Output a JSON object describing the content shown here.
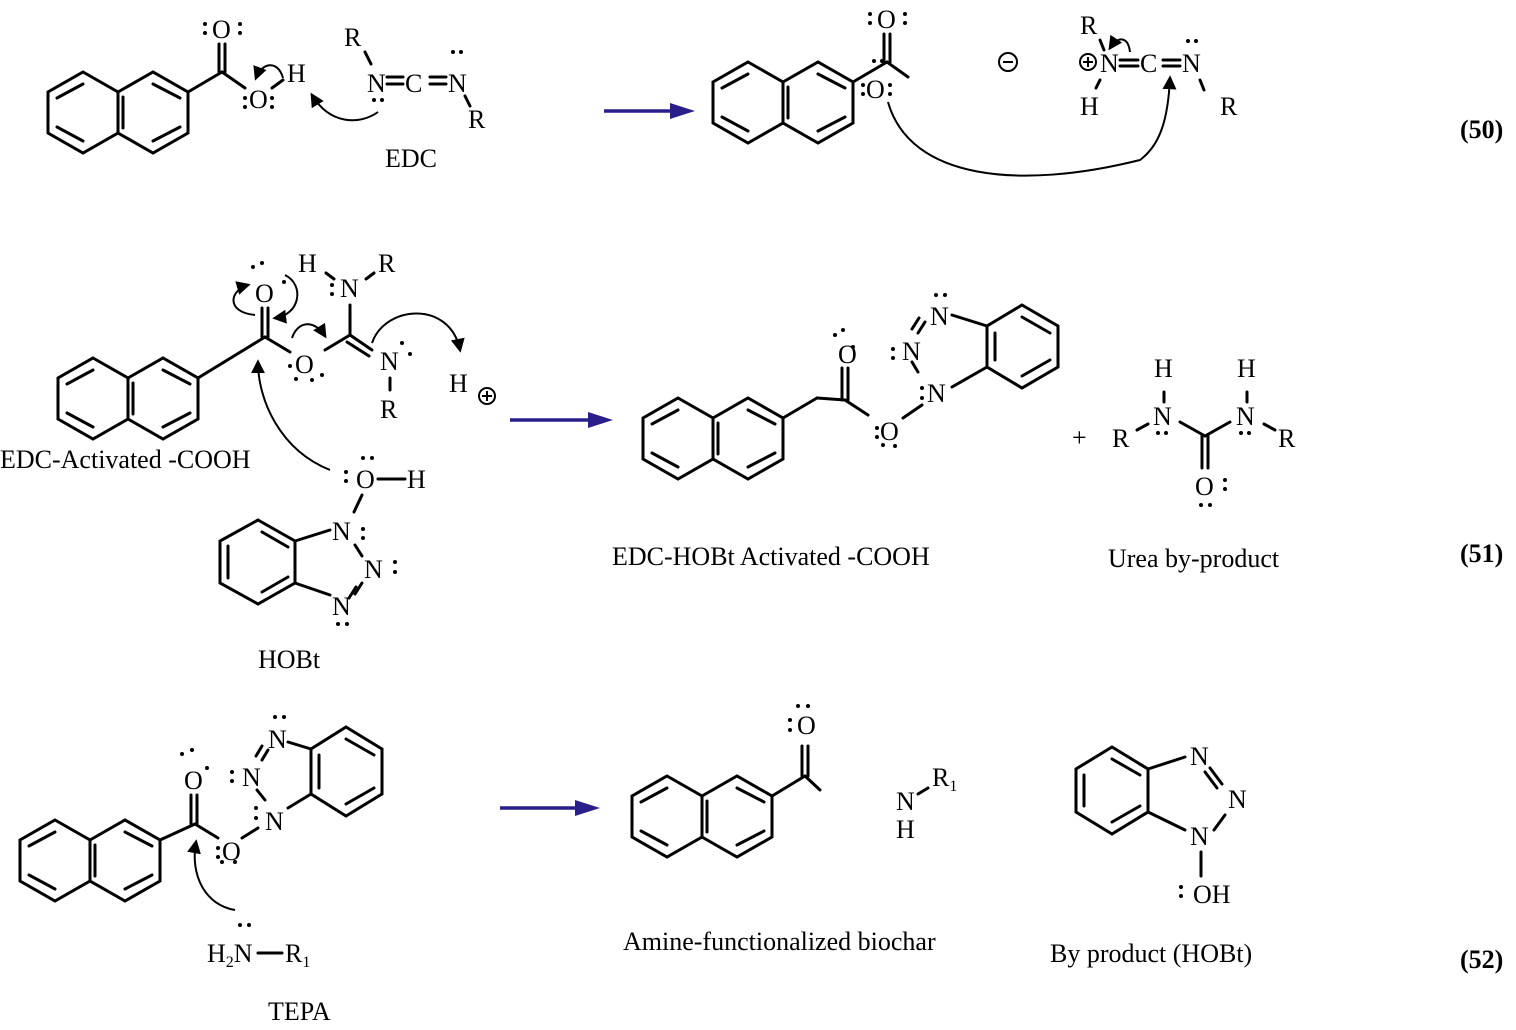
{
  "figure": {
    "type": "reaction-scheme",
    "arrow_color": "#2a1f8a",
    "equations": [
      {
        "number": "(50)",
        "reactant_reagent_label": "EDC",
        "atoms": {
          "acid_O_carbonyl": "O",
          "acid_O_hydroxyl": "O",
          "acid_H": "H",
          "edc_R_top": "R",
          "edc_N1": "N",
          "edc_eq1": "=",
          "edc_C": "C",
          "edc_eq2": "=",
          "edc_N2": "N",
          "edc_R_bottom": "R",
          "prod_O_carbonyl": "O",
          "prod_O_anion": "O",
          "prod_minus": "−",
          "prod_R_top": "R",
          "prod_plus": "+",
          "prod_N1": "N",
          "prod_eq1": "=",
          "prod_C": "C",
          "prod_eq2": "=",
          "prod_N2": "N",
          "prod_H": "H",
          "prod_R_bottom": "R"
        }
      },
      {
        "number": "(51)",
        "intermediate_label": "EDC-Activated -COOH",
        "reagent_label": "HOBt",
        "product_label": "EDC-HOBt Activated -COOH",
        "byproduct_label": "Urea by-product",
        "plus": "+",
        "proton": "H",
        "proton_charge": "+",
        "atoms": {
          "O": "O",
          "N": "N",
          "H": "H",
          "R": "R"
        }
      },
      {
        "number": "(52)",
        "reagent_label": "TEPA",
        "amine_formula": {
          "H": "H",
          "sub2": "2",
          "N": "N",
          "R": "R",
          "sub1": "1"
        },
        "product_label": "Amine-functionalized biochar",
        "byproduct_label": "By product (HOBt)",
        "atoms": {
          "O": "O",
          "N": "N",
          "H": "H",
          "OH": "OH",
          "R": "R",
          "sub1": "1"
        }
      }
    ]
  }
}
